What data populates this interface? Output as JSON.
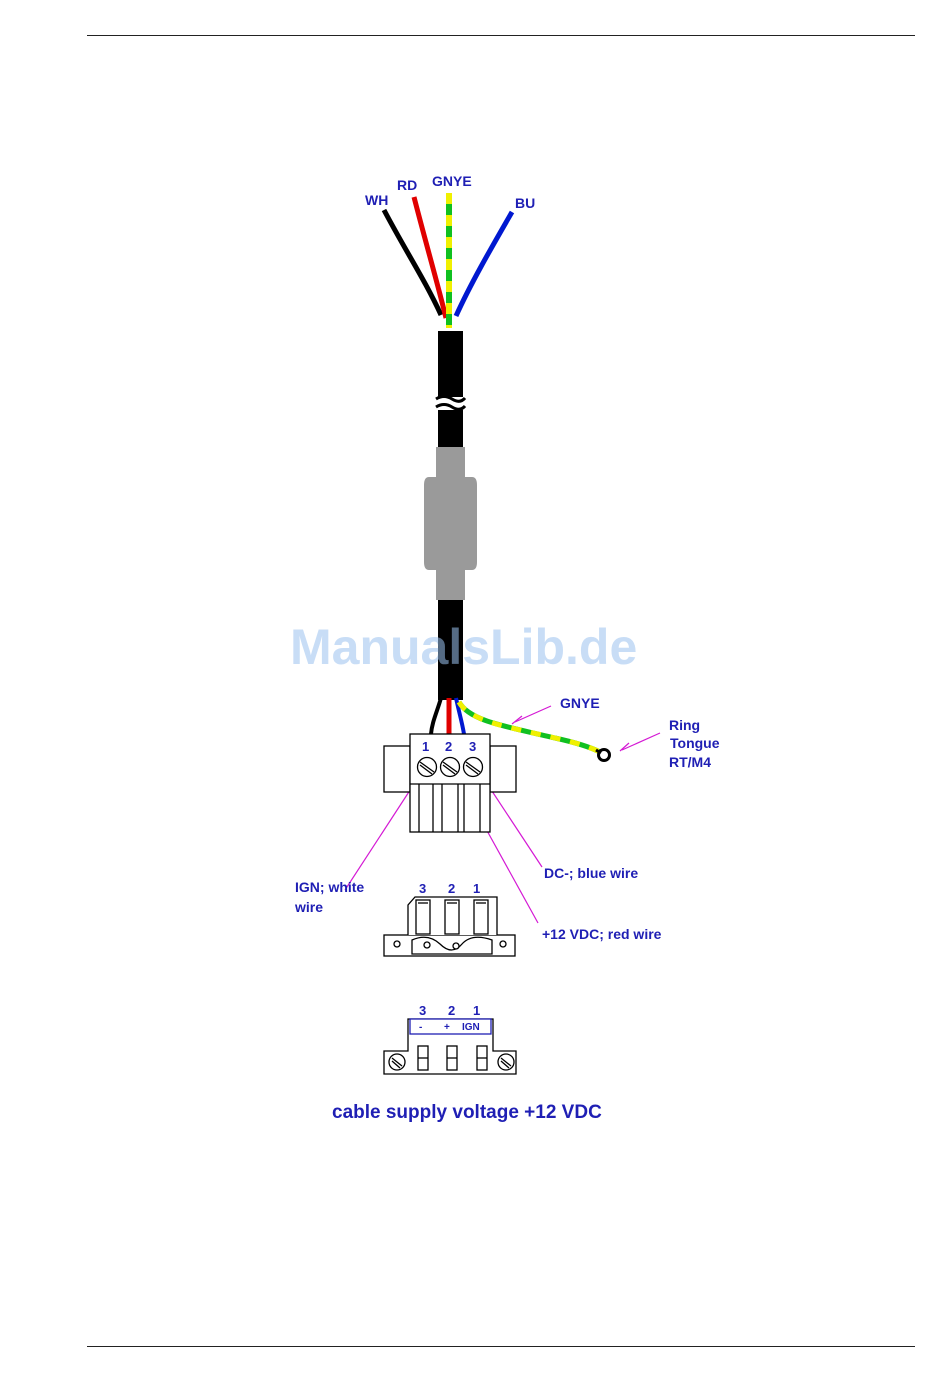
{
  "wires": {
    "wh": "WH",
    "rd": "RD",
    "gnye": "GNYE",
    "bu": "BU"
  },
  "ground_wire": "GNYE",
  "ring_tongue": [
    "Ring",
    "Tongue",
    "RT/M4"
  ],
  "connector_top_pins": [
    "1",
    "2",
    "3"
  ],
  "connector_side_pins": [
    "3",
    "2",
    "1"
  ],
  "connector_front_pins": [
    "3",
    "2",
    "1"
  ],
  "connector_front_labels": [
    "-",
    "+",
    "IGN"
  ],
  "callouts": {
    "ign": [
      "IGN; white",
      "wire"
    ],
    "dc_minus": "DC-; blue wire",
    "plus12": "+12 VDC; red wire"
  },
  "caption": "cable supply voltage +12 VDC",
  "watermark": "ManualsLib.de",
  "colors": {
    "label": "#1f1fb4",
    "leader": "#d419d4",
    "wire_red": "#e00000",
    "wire_blue": "#0018d0",
    "wire_green": "#10c020",
    "wire_yellow": "#f0f000",
    "sheath": "#000000",
    "sleeve": "#9a9a9a"
  }
}
